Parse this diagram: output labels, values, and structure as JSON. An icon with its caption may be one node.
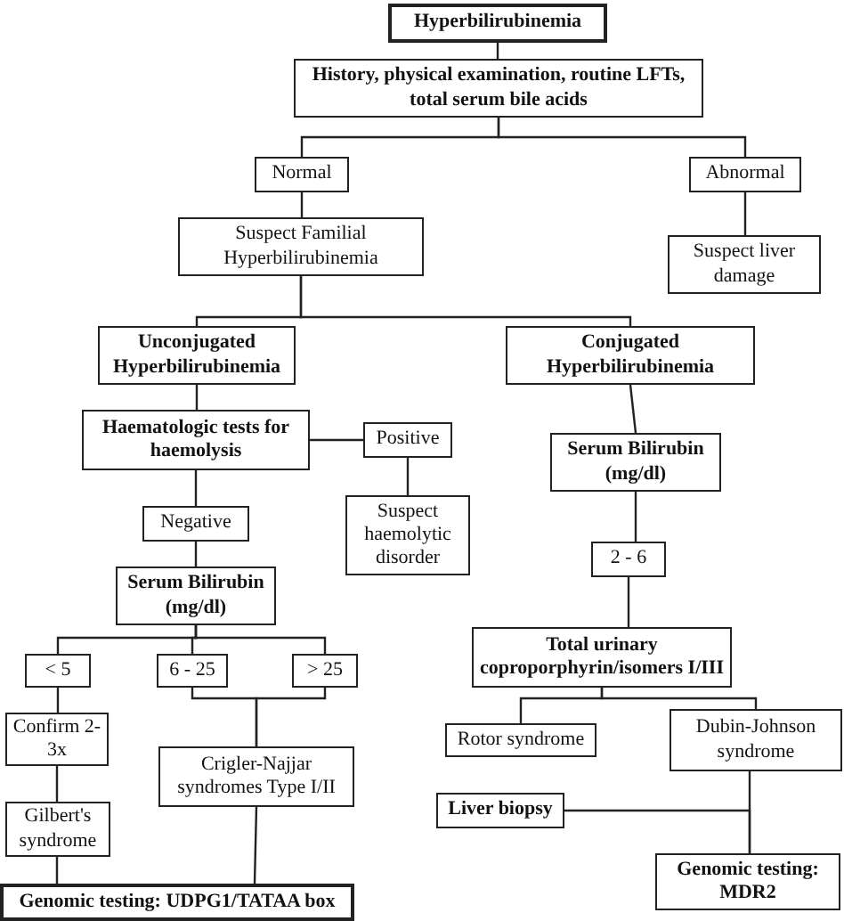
{
  "diagram": {
    "nodes": [
      {
        "text": [
          "Hyperbilirubinemia"
        ]
      },
      {
        "text": [
          "History, physical examination, routine LFTs, total serum bile acids"
        ]
      },
      {
        "text": [
          "Normal"
        ]
      },
      {
        "text": [
          "Abnormal"
        ]
      },
      {
        "text": [
          "Suspect Familial Hyperbilirubinemia"
        ]
      },
      {
        "text": [
          "Suspect liver damage"
        ]
      },
      {
        "text": [
          "Unconjugated Hyperbilirubinemia"
        ]
      },
      {
        "text": [
          "Conjugated Hyperbilirubinemia"
        ]
      },
      {
        "text": [
          "Haematologic tests for haemolysis"
        ]
      },
      {
        "text": [
          "Positive"
        ]
      },
      {
        "text": [
          "Negative"
        ]
      },
      {
        "text": [
          "Suspect haemolytic disorder"
        ]
      },
      {
        "text": [
          "Serum Bilirubin (mg/dl)"
        ]
      },
      {
        "text": [
          "Serum Bilirubin (mg/dl)"
        ]
      },
      {
        "text": [
          "2 - 6"
        ]
      },
      {
        "text": [
          "< 5"
        ]
      },
      {
        "text": [
          "6 - 25"
        ]
      },
      {
        "text": [
          "> 25"
        ]
      },
      {
        "text": [
          "Confirm 2-3x"
        ]
      },
      {
        "text": [
          "Crigler-Najjar syndromes Type I/II"
        ]
      },
      {
        "text": [
          "Total urinary coproporphyrin/isomers I/III"
        ]
      },
      {
        "text": [
          "Rotor syndrome"
        ]
      },
      {
        "text": [
          "Dubin-Johnson syndrome"
        ]
      },
      {
        "text": [
          "Gilbert's syndrome"
        ]
      },
      {
        "text": [
          "Liver biopsy"
        ]
      },
      {
        "text": [
          "Genomic testing: UDPG1/TATAA box"
        ]
      },
      {
        "text": [
          "Genomic testing: MDR2"
        ]
      }
    ],
    "edges": [
      {
        "from": 0,
        "to": 1,
        "arrow": "none"
      },
      {
        "from": 1,
        "to": 2,
        "arrow": "none"
      },
      {
        "from": 1,
        "to": 3,
        "arrow": "none"
      },
      {
        "from": 2,
        "to": 4,
        "arrow": "none"
      },
      {
        "from": 3,
        "to": 5,
        "arrow": "none"
      },
      {
        "from": 4,
        "to": 6,
        "arrow": "none"
      },
      {
        "from": 4,
        "to": 7,
        "arrow": "none"
      },
      {
        "from": 6,
        "to": 8,
        "arrow": "none"
      },
      {
        "from": 8,
        "to": 9,
        "arrow": "none"
      },
      {
        "from": 9,
        "to": 11,
        "arrow": "none"
      },
      {
        "from": 8,
        "to": 10,
        "arrow": "none"
      },
      {
        "from": 10,
        "to": 12,
        "arrow": "none"
      },
      {
        "from": 12,
        "to": 15,
        "arrow": "none"
      },
      {
        "from": 12,
        "to": 16,
        "arrow": "none"
      },
      {
        "from": 12,
        "to": 17,
        "arrow": "none"
      },
      {
        "from": 15,
        "to": 18,
        "arrow": "none"
      },
      {
        "from": 18,
        "to": 23,
        "arrow": "none"
      },
      {
        "from": 23,
        "to": 25,
        "arrow": "none"
      },
      {
        "from": 16,
        "to": 19,
        "arrow": "none"
      },
      {
        "from": 17,
        "to": 19,
        "arrow": "none"
      },
      {
        "from": 19,
        "to": 25,
        "arrow": "none"
      },
      {
        "from": 7,
        "to": 13,
        "arrow": "none"
      },
      {
        "from": 13,
        "to": 14,
        "arrow": "none"
      },
      {
        "from": 14,
        "to": 20,
        "arrow": "none"
      },
      {
        "from": 20,
        "to": 21,
        "arrow": "none"
      },
      {
        "from": 20,
        "to": 22,
        "arrow": "none"
      },
      {
        "from": 22,
        "to": 26,
        "arrow": "none"
      },
      {
        "from": 24,
        "to": 26,
        "arrow": "none"
      }
    ]
  }
}
